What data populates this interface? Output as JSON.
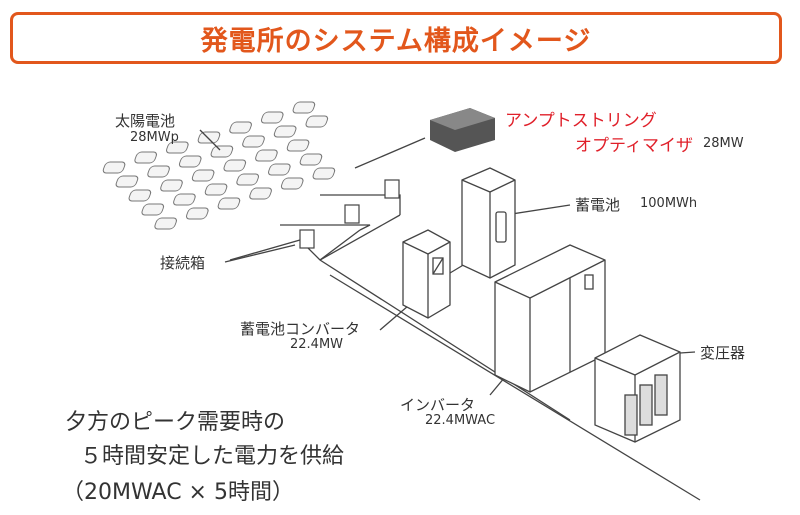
{
  "title": "発電所のシステム構成イメージ",
  "labels": {
    "solar": "太陽電池",
    "solar_capacity": "28MWp",
    "optimizer_line1": "アンプトストリング",
    "optimizer_line2": "オプティマイザ",
    "optimizer_capacity": "28MW",
    "battery": "蓄電池",
    "battery_capacity": "100MWh",
    "junction_box": "接続箱",
    "battery_converter": "蓄電池コンバータ",
    "battery_converter_capacity": "22.4MW",
    "inverter": "インバータ",
    "inverter_capacity": "22.4MWAC",
    "transformer": "変圧器"
  },
  "summary": {
    "line1": "夕方のピーク需要時の",
    "line2": "５時間安定した電力を供給",
    "line3": "（20MWAC × 5時間）"
  },
  "colors": {
    "accent": "#e2571c",
    "highlight": "#e0202a"
  }
}
